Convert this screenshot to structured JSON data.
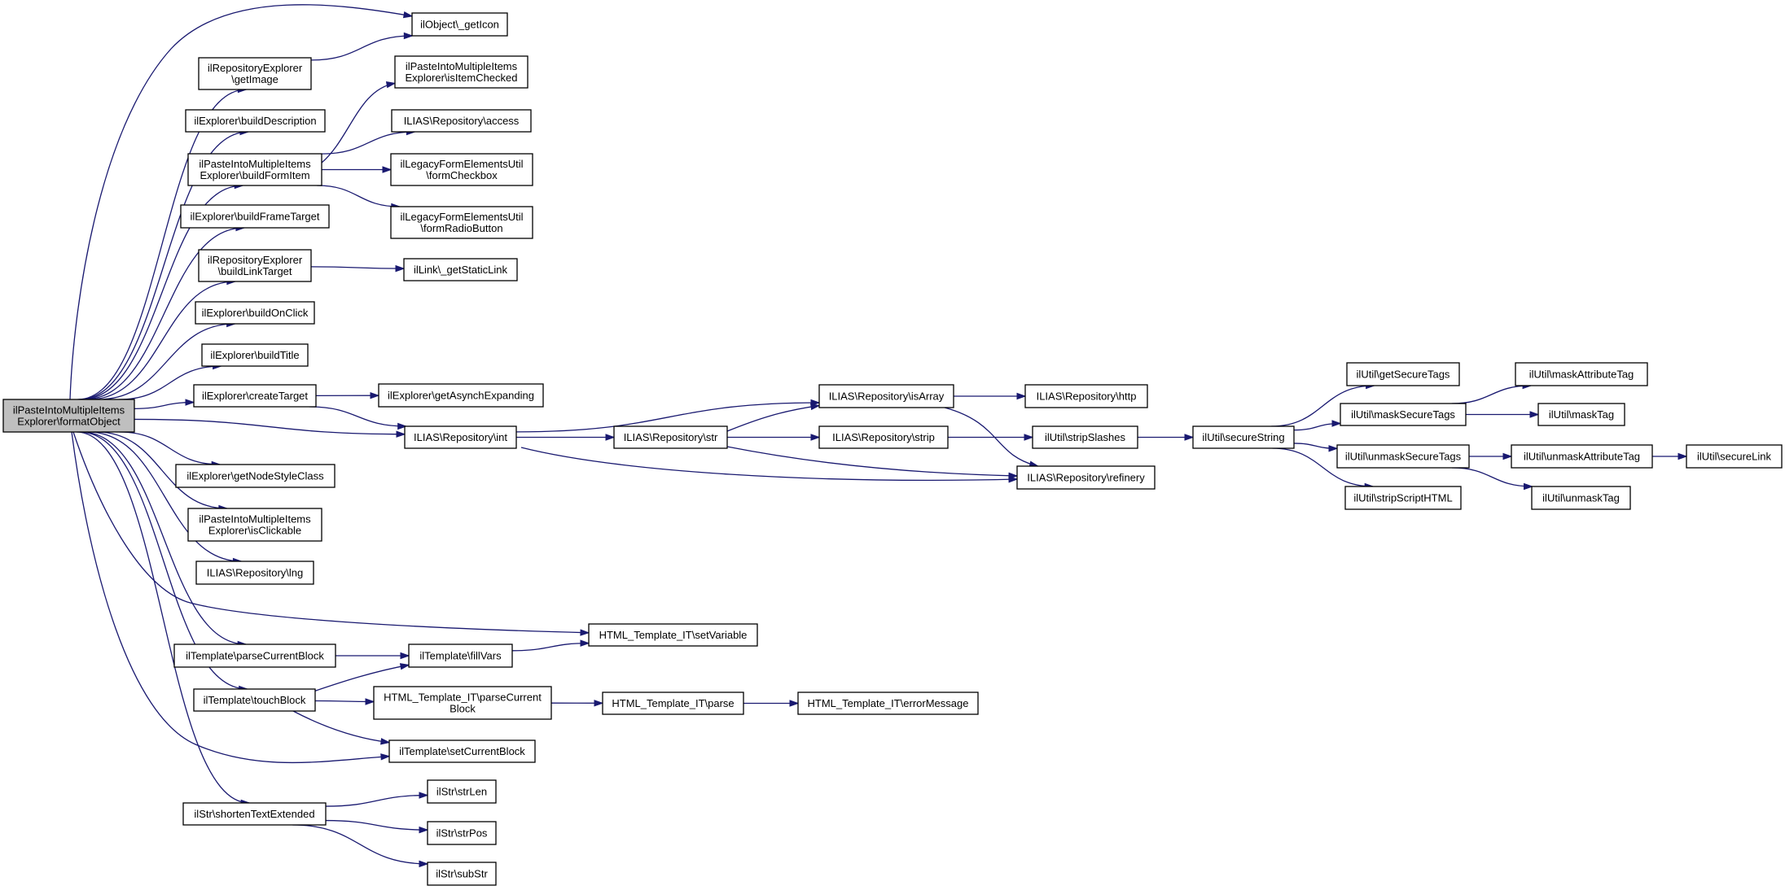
{
  "nodes": [
    {
      "id": "root",
      "lines": [
        "ilPasteIntoMultipleItems",
        "Explorer\\formatObject"
      ],
      "root": true
    },
    {
      "id": "getIcon",
      "lines": [
        "ilObject\\_getIcon"
      ]
    },
    {
      "id": "getImage",
      "lines": [
        "ilRepositoryExplorer",
        "\\getImage"
      ]
    },
    {
      "id": "buildDescription",
      "lines": [
        "ilExplorer\\buildDescription"
      ]
    },
    {
      "id": "buildFormItem",
      "lines": [
        "ilPasteIntoMultipleItems",
        "Explorer\\buildFormItem"
      ]
    },
    {
      "id": "isItemChecked",
      "lines": [
        "ilPasteIntoMultipleItems",
        "Explorer\\isItemChecked"
      ]
    },
    {
      "id": "access",
      "lines": [
        "ILIAS\\Repository\\access"
      ]
    },
    {
      "id": "formCheckbox",
      "lines": [
        "ilLegacyFormElementsUtil",
        "\\formCheckbox"
      ]
    },
    {
      "id": "formRadioButton",
      "lines": [
        "ilLegacyFormElementsUtil",
        "\\formRadioButton"
      ]
    },
    {
      "id": "buildFrameTarget",
      "lines": [
        "ilExplorer\\buildFrameTarget"
      ]
    },
    {
      "id": "buildLinkTarget",
      "lines": [
        "ilRepositoryExplorer",
        "\\buildLinkTarget"
      ]
    },
    {
      "id": "getStaticLink",
      "lines": [
        "ilLink\\_getStaticLink"
      ]
    },
    {
      "id": "buildOnClick",
      "lines": [
        "ilExplorer\\buildOnClick"
      ]
    },
    {
      "id": "buildTitle",
      "lines": [
        "ilExplorer\\buildTitle"
      ]
    },
    {
      "id": "createTarget",
      "lines": [
        "ilExplorer\\createTarget"
      ]
    },
    {
      "id": "getAsynchExpanding",
      "lines": [
        "ilExplorer\\getAsynchExpanding"
      ]
    },
    {
      "id": "int",
      "lines": [
        "ILIAS\\Repository\\int"
      ]
    },
    {
      "id": "isArray",
      "lines": [
        "ILIAS\\Repository\\isArray"
      ]
    },
    {
      "id": "http",
      "lines": [
        "ILIAS\\Repository\\http"
      ]
    },
    {
      "id": "str",
      "lines": [
        "ILIAS\\Repository\\str"
      ]
    },
    {
      "id": "strip",
      "lines": [
        "ILIAS\\Repository\\strip"
      ]
    },
    {
      "id": "stripSlashes",
      "lines": [
        "ilUtil\\stripSlashes"
      ]
    },
    {
      "id": "refinery",
      "lines": [
        "ILIAS\\Repository\\refinery"
      ]
    },
    {
      "id": "secureString",
      "lines": [
        "ilUtil\\secureString"
      ]
    },
    {
      "id": "getSecureTags",
      "lines": [
        "ilUtil\\getSecureTags"
      ]
    },
    {
      "id": "maskSecureTags",
      "lines": [
        "ilUtil\\maskSecureTags"
      ]
    },
    {
      "id": "unmaskSecureTags",
      "lines": [
        "ilUtil\\unmaskSecureTags"
      ]
    },
    {
      "id": "stripScriptHTML",
      "lines": [
        "ilUtil\\stripScriptHTML"
      ]
    },
    {
      "id": "maskAttributeTag",
      "lines": [
        "ilUtil\\maskAttributeTag"
      ]
    },
    {
      "id": "maskTag",
      "lines": [
        "ilUtil\\maskTag"
      ]
    },
    {
      "id": "unmaskAttributeTag",
      "lines": [
        "ilUtil\\unmaskAttributeTag"
      ]
    },
    {
      "id": "unmaskTag",
      "lines": [
        "ilUtil\\unmaskTag"
      ]
    },
    {
      "id": "secureLink",
      "lines": [
        "ilUtil\\secureLink"
      ]
    },
    {
      "id": "getNodeStyleClass",
      "lines": [
        "ilExplorer\\getNodeStyleClass"
      ]
    },
    {
      "id": "isClickable",
      "lines": [
        "ilPasteIntoMultipleItems",
        "Explorer\\isClickable"
      ]
    },
    {
      "id": "lng",
      "lines": [
        "ILIAS\\Repository\\lng"
      ]
    },
    {
      "id": "setVariable",
      "lines": [
        "HTML_Template_IT\\setVariable"
      ]
    },
    {
      "id": "parseCurrentBlock",
      "lines": [
        "ilTemplate\\parseCurrentBlock"
      ]
    },
    {
      "id": "fillVars",
      "lines": [
        "ilTemplate\\fillVars"
      ]
    },
    {
      "id": "touchBlock",
      "lines": [
        "ilTemplate\\touchBlock"
      ]
    },
    {
      "id": "itParseCurrentBlock",
      "lines": [
        "HTML_Template_IT\\parseCurrent",
        "Block"
      ]
    },
    {
      "id": "itParse",
      "lines": [
        "HTML_Template_IT\\parse"
      ]
    },
    {
      "id": "errorMessage",
      "lines": [
        "HTML_Template_IT\\errorMessage"
      ]
    },
    {
      "id": "setCurrentBlock",
      "lines": [
        "ilTemplate\\setCurrentBlock"
      ]
    },
    {
      "id": "shortenTextExtended",
      "lines": [
        "ilStr\\shortenTextExtended"
      ]
    },
    {
      "id": "strLen",
      "lines": [
        "ilStr\\strLen"
      ]
    },
    {
      "id": "strPos",
      "lines": [
        "ilStr\\strPos"
      ]
    },
    {
      "id": "subStr",
      "lines": [
        "ilStr\\subStr"
      ]
    }
  ],
  "edges": [
    [
      "root",
      "getIcon"
    ],
    [
      "root",
      "getImage"
    ],
    [
      "root",
      "buildDescription"
    ],
    [
      "root",
      "buildFormItem"
    ],
    [
      "root",
      "buildFrameTarget"
    ],
    [
      "root",
      "buildLinkTarget"
    ],
    [
      "root",
      "buildOnClick"
    ],
    [
      "root",
      "buildTitle"
    ],
    [
      "root",
      "createTarget"
    ],
    [
      "root",
      "int"
    ],
    [
      "root",
      "getNodeStyleClass"
    ],
    [
      "root",
      "isClickable"
    ],
    [
      "root",
      "lng"
    ],
    [
      "root",
      "setVariable"
    ],
    [
      "root",
      "parseCurrentBlock"
    ],
    [
      "root",
      "touchBlock"
    ],
    [
      "root",
      "setCurrentBlock"
    ],
    [
      "root",
      "shortenTextExtended"
    ],
    [
      "getImage",
      "getIcon"
    ],
    [
      "buildFormItem",
      "isItemChecked"
    ],
    [
      "buildFormItem",
      "access"
    ],
    [
      "buildFormItem",
      "formCheckbox"
    ],
    [
      "buildFormItem",
      "formRadioButton"
    ],
    [
      "buildLinkTarget",
      "getStaticLink"
    ],
    [
      "createTarget",
      "getAsynchExpanding"
    ],
    [
      "createTarget",
      "int"
    ],
    [
      "int",
      "isArray"
    ],
    [
      "int",
      "str"
    ],
    [
      "int",
      "refinery"
    ],
    [
      "isArray",
      "http"
    ],
    [
      "isArray",
      "refinery"
    ],
    [
      "str",
      "isArray"
    ],
    [
      "str",
      "strip"
    ],
    [
      "str",
      "refinery"
    ],
    [
      "strip",
      "stripSlashes"
    ],
    [
      "stripSlashes",
      "secureString"
    ],
    [
      "secureString",
      "getSecureTags"
    ],
    [
      "secureString",
      "maskSecureTags"
    ],
    [
      "secureString",
      "unmaskSecureTags"
    ],
    [
      "secureString",
      "stripScriptHTML"
    ],
    [
      "maskSecureTags",
      "maskAttributeTag"
    ],
    [
      "maskSecureTags",
      "maskTag"
    ],
    [
      "unmaskSecureTags",
      "unmaskAttributeTag"
    ],
    [
      "unmaskSecureTags",
      "unmaskTag"
    ],
    [
      "unmaskAttributeTag",
      "secureLink"
    ],
    [
      "parseCurrentBlock",
      "fillVars"
    ],
    [
      "fillVars",
      "setVariable"
    ],
    [
      "touchBlock",
      "fillVars"
    ],
    [
      "touchBlock",
      "itParseCurrentBlock"
    ],
    [
      "touchBlock",
      "setCurrentBlock"
    ],
    [
      "itParseCurrentBlock",
      "itParse"
    ],
    [
      "itParse",
      "errorMessage"
    ],
    [
      "shortenTextExtended",
      "strLen"
    ],
    [
      "shortenTextExtended",
      "strPos"
    ],
    [
      "shortenTextExtended",
      "subStr"
    ]
  ]
}
